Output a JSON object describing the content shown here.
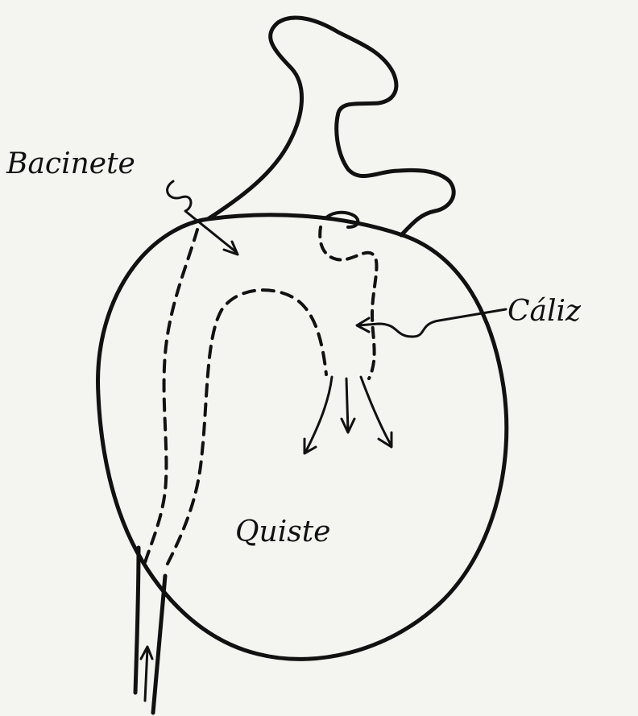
{
  "labels": {
    "bacinete": "Bacinete",
    "caliz": "Cáliz",
    "quiste": "Quiste"
  },
  "colors": {
    "ink": "#111111",
    "paper": "#f4f4f1"
  }
}
